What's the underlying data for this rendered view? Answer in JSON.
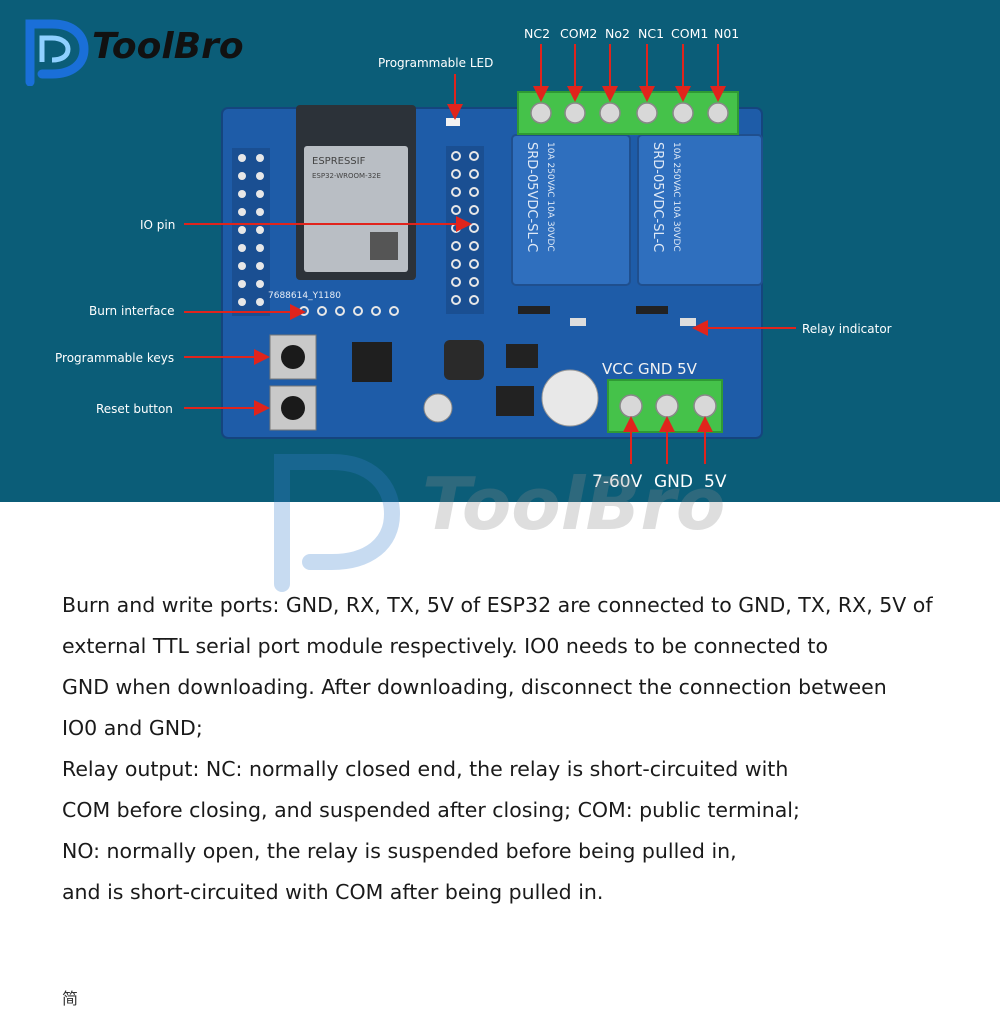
{
  "brand": {
    "logo_text": "ToolBro",
    "watermark_text": "ToolBro"
  },
  "colors": {
    "background": "#0b5d78",
    "pcb": "#1e5ca8",
    "terminal": "#45c24a",
    "relay": "#2f6fbe",
    "arrow": "#e0241c"
  },
  "labels": {
    "programmable_led": "Programmable LED",
    "io_pin": "IO pin",
    "burn_interface": "Burn interface",
    "programmable_keys": "Programmable keys",
    "reset_button": "Reset button",
    "relay_indicator": "Relay indicator"
  },
  "relay_terminals": [
    "NC2",
    "COM2",
    "No2",
    "NC1",
    "COM1",
    "N01"
  ],
  "power_terminals": [
    "7-60V",
    "GND",
    "5V"
  ],
  "board_silk": {
    "module_brand": "ESPRESSIF",
    "module_model": "ESP32-WROOM-32E",
    "relay_model": "SRD-05VDC-SL-C",
    "relay_rating": "10A 250VAC 10A 30VDC",
    "board_id": "7688614_Y1180",
    "power_silk": "VCC GND 5V"
  },
  "description": [
    "Burn and write ports: GND, RX, TX, 5V of ESP32 are connected to GND, TX, RX, 5V of",
    "external TTL serial port module respectively. IO0 needs to be connected to",
    "GND when downloading. After downloading, disconnect the connection between",
    "IO0 and GND;",
    "Relay output: NC: normally closed end, the relay is short-circuited with",
    "COM before closing, and suspended after closing; COM: public terminal;",
    "NO: normally open, the relay is suspended before being pulled in,",
    "and is short-circuited with COM after being pulled in."
  ],
  "footer_fragment": "简"
}
